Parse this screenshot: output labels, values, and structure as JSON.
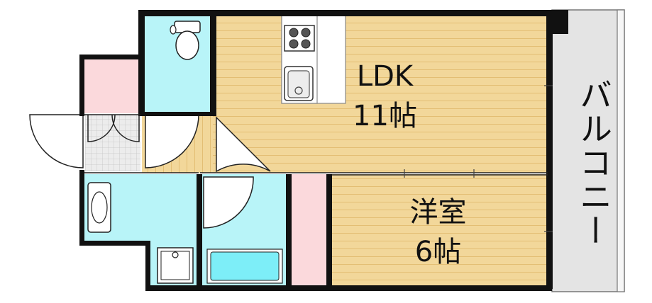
{
  "rooms": {
    "ldk": {
      "name": "LDK",
      "size": "11帖"
    },
    "western": {
      "name": "洋室",
      "size": "6帖"
    },
    "balcony": {
      "name": "バルコニー"
    }
  },
  "colors": {
    "wood_floor": "#f2d79a",
    "wood_stripe": "#e6c27a",
    "wet_area": "#b8f4f8",
    "storage_pink": "#fbd9dc",
    "balcony": "#e4e4e4",
    "wall": "#111111"
  }
}
